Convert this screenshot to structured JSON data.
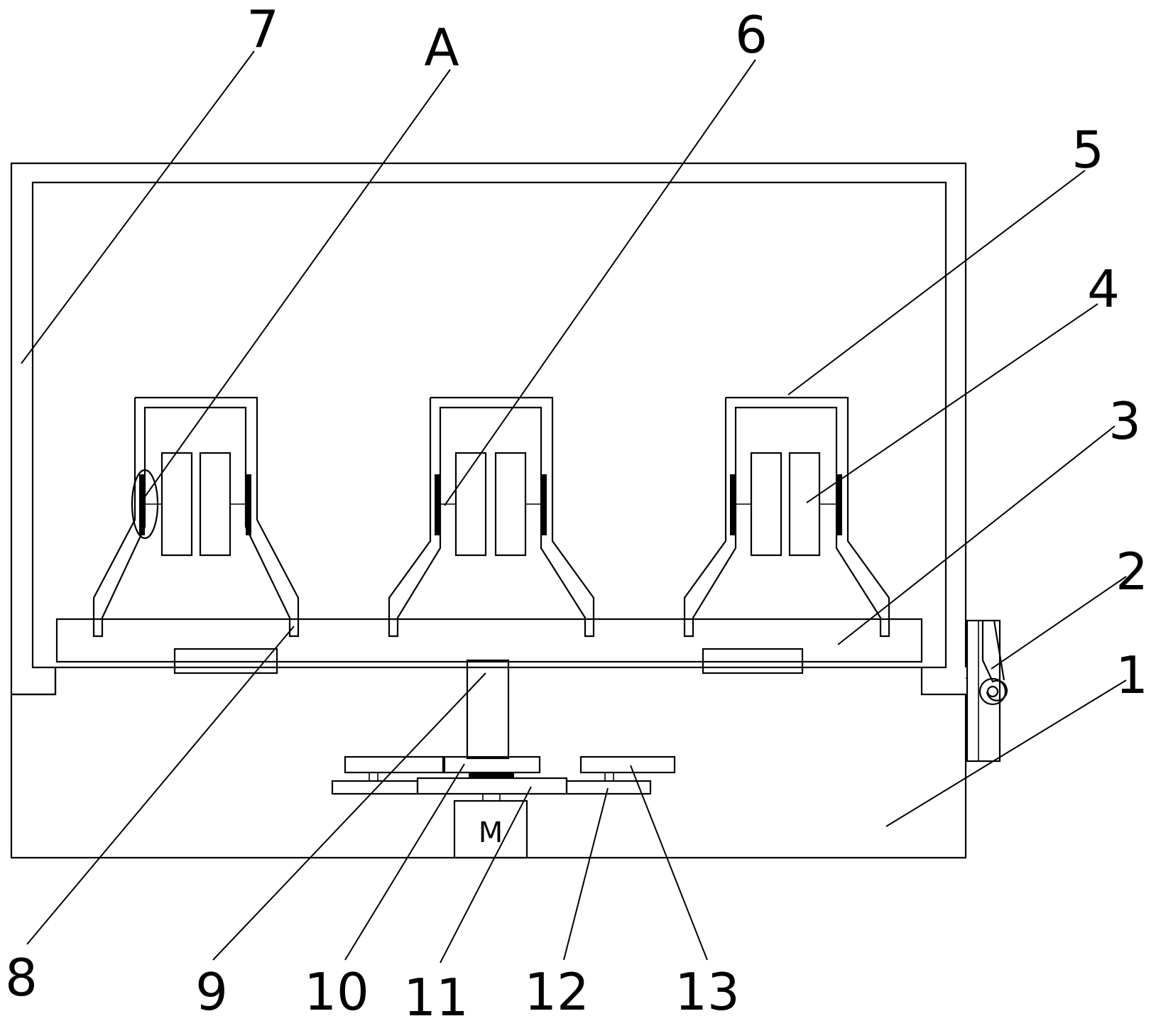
{
  "labels": {
    "l1": "1",
    "l2": "2",
    "l3": "3",
    "l4": "4",
    "l5": "5",
    "l6": "6",
    "l7": "7",
    "lA": "A",
    "l8": "8",
    "l9": "9",
    "l10": "10",
    "l11": "11",
    "l12": "12",
    "l13": "13"
  },
  "motor_label": "M",
  "colors": {
    "stroke": "#000000",
    "background": "#ffffff"
  }
}
